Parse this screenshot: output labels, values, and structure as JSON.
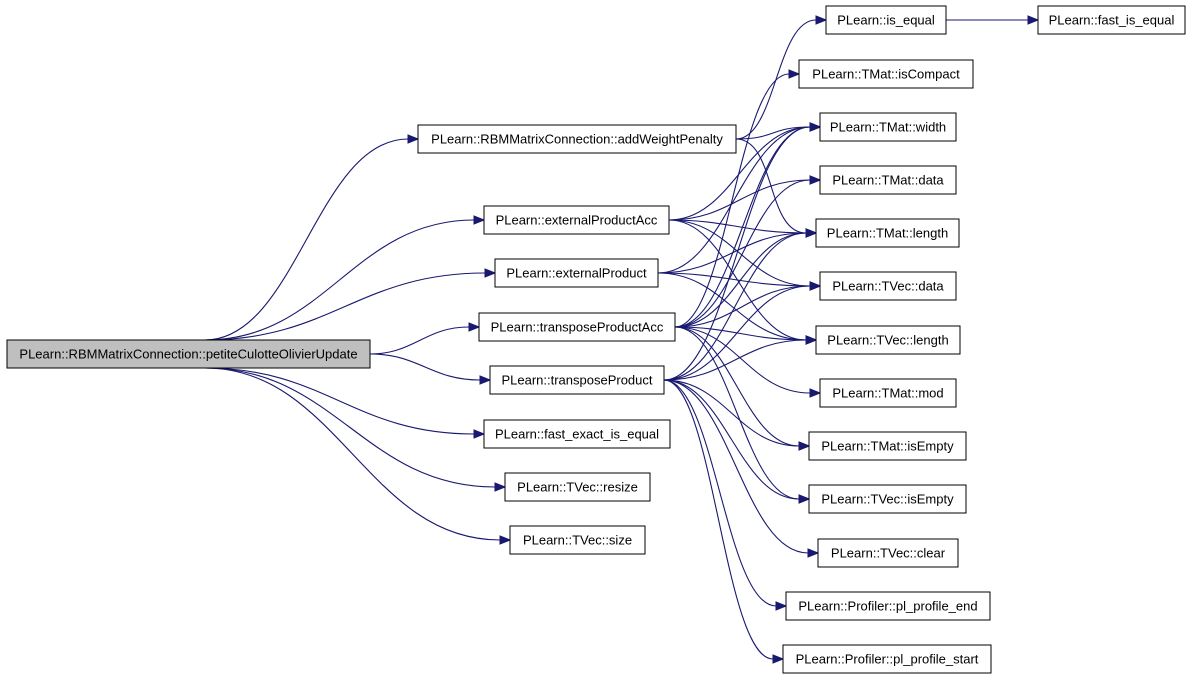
{
  "graph": {
    "edge_color": "#191970",
    "root_fill": "#bfbfbf",
    "nodes": [
      {
        "id": "root",
        "label": "PLearn::RBMMatrixConnection::petiteCulotteOlivierUpdate",
        "root": true
      },
      {
        "id": "addWeightPenalty",
        "label": "PLearn::RBMMatrixConnection::addWeightPenalty"
      },
      {
        "id": "externalProductAcc",
        "label": "PLearn::externalProductAcc"
      },
      {
        "id": "externalProduct",
        "label": "PLearn::externalProduct"
      },
      {
        "id": "transposeProductAcc",
        "label": "PLearn::transposeProductAcc"
      },
      {
        "id": "transposeProduct",
        "label": "PLearn::transposeProduct"
      },
      {
        "id": "fast_exact_is_equal",
        "label": "PLearn::fast_exact_is_equal"
      },
      {
        "id": "tvec_resize",
        "label": "PLearn::TVec::resize"
      },
      {
        "id": "tvec_size",
        "label": "PLearn::TVec::size"
      },
      {
        "id": "is_equal",
        "label": "PLearn::is_equal"
      },
      {
        "id": "fast_is_equal",
        "label": "PLearn::fast_is_equal"
      },
      {
        "id": "tmat_isCompact",
        "label": "PLearn::TMat::isCompact"
      },
      {
        "id": "tmat_width",
        "label": "PLearn::TMat::width"
      },
      {
        "id": "tmat_data",
        "label": "PLearn::TMat::data"
      },
      {
        "id": "tmat_length",
        "label": "PLearn::TMat::length"
      },
      {
        "id": "tvec_data",
        "label": "PLearn::TVec::data"
      },
      {
        "id": "tvec_length",
        "label": "PLearn::TVec::length"
      },
      {
        "id": "tmat_mod",
        "label": "PLearn::TMat::mod"
      },
      {
        "id": "tmat_isEmpty",
        "label": "PLearn::TMat::isEmpty"
      },
      {
        "id": "tvec_isEmpty",
        "label": "PLearn::TVec::isEmpty"
      },
      {
        "id": "tvec_clear",
        "label": "PLearn::TVec::clear"
      },
      {
        "id": "pl_profile_end",
        "label": "PLearn::Profiler::pl_profile_end"
      },
      {
        "id": "pl_profile_start",
        "label": "PLearn::Profiler::pl_profile_start"
      }
    ],
    "edges": [
      [
        "root",
        "addWeightPenalty"
      ],
      [
        "root",
        "externalProductAcc"
      ],
      [
        "root",
        "externalProduct"
      ],
      [
        "root",
        "transposeProductAcc"
      ],
      [
        "root",
        "transposeProduct"
      ],
      [
        "root",
        "fast_exact_is_equal"
      ],
      [
        "root",
        "tvec_resize"
      ],
      [
        "root",
        "tvec_size"
      ],
      [
        "addWeightPenalty",
        "is_equal"
      ],
      [
        "addWeightPenalty",
        "tmat_width"
      ],
      [
        "addWeightPenalty",
        "tmat_length"
      ],
      [
        "is_equal",
        "fast_is_equal"
      ],
      [
        "externalProductAcc",
        "tmat_width"
      ],
      [
        "externalProductAcc",
        "tmat_data"
      ],
      [
        "externalProductAcc",
        "tmat_length"
      ],
      [
        "externalProductAcc",
        "tvec_data"
      ],
      [
        "externalProductAcc",
        "tvec_length"
      ],
      [
        "externalProduct",
        "tmat_width"
      ],
      [
        "externalProduct",
        "tmat_length"
      ],
      [
        "externalProduct",
        "tvec_data"
      ],
      [
        "externalProduct",
        "tvec_length"
      ],
      [
        "transposeProductAcc",
        "tmat_isCompact"
      ],
      [
        "transposeProductAcc",
        "tmat_width"
      ],
      [
        "transposeProductAcc",
        "tmat_data"
      ],
      [
        "transposeProductAcc",
        "tmat_length"
      ],
      [
        "transposeProductAcc",
        "tvec_data"
      ],
      [
        "transposeProductAcc",
        "tvec_length"
      ],
      [
        "transposeProductAcc",
        "tmat_mod"
      ],
      [
        "transposeProductAcc",
        "tmat_isEmpty"
      ],
      [
        "transposeProductAcc",
        "tvec_isEmpty"
      ],
      [
        "transposeProduct",
        "tmat_width"
      ],
      [
        "transposeProduct",
        "tmat_length"
      ],
      [
        "transposeProduct",
        "tvec_data"
      ],
      [
        "transposeProduct",
        "tvec_length"
      ],
      [
        "transposeProduct",
        "tmat_isEmpty"
      ],
      [
        "transposeProduct",
        "tvec_isEmpty"
      ],
      [
        "transposeProduct",
        "tvec_clear"
      ],
      [
        "transposeProduct",
        "pl_profile_end"
      ],
      [
        "transposeProduct",
        "pl_profile_start"
      ]
    ]
  }
}
